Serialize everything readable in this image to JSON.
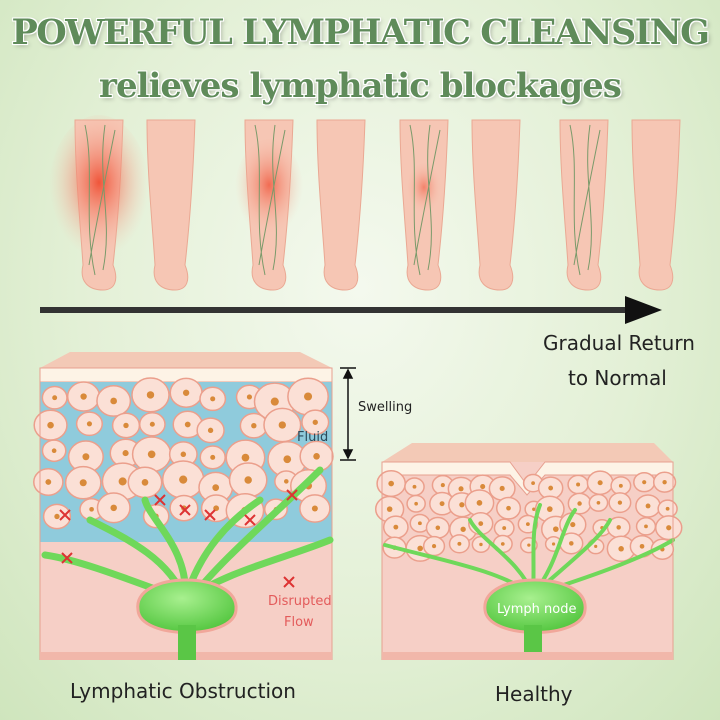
{
  "title": {
    "line1": "POWERFUL LYMPHATIC CLEANSING",
    "line2": "relieves lymphatic blockages"
  },
  "progress": {
    "label_line1": "Gradual Return",
    "label_line2": "to Normal"
  },
  "obstruction_panel": {
    "caption": "Lymphatic Obstruction",
    "swelling": "Swelling",
    "fluid": "Fluid",
    "disrupted_line1": "Disrupted",
    "disrupted_line2": "Flow"
  },
  "healthy_panel": {
    "caption": "Healthy",
    "node_label": "Lymph node"
  },
  "colors": {
    "title": "#5f8b5a",
    "skin": "#f3c4b4",
    "lymph": "#6fd85a",
    "fluid": "#8fcbdc",
    "disrupted": "#e35b5b"
  }
}
